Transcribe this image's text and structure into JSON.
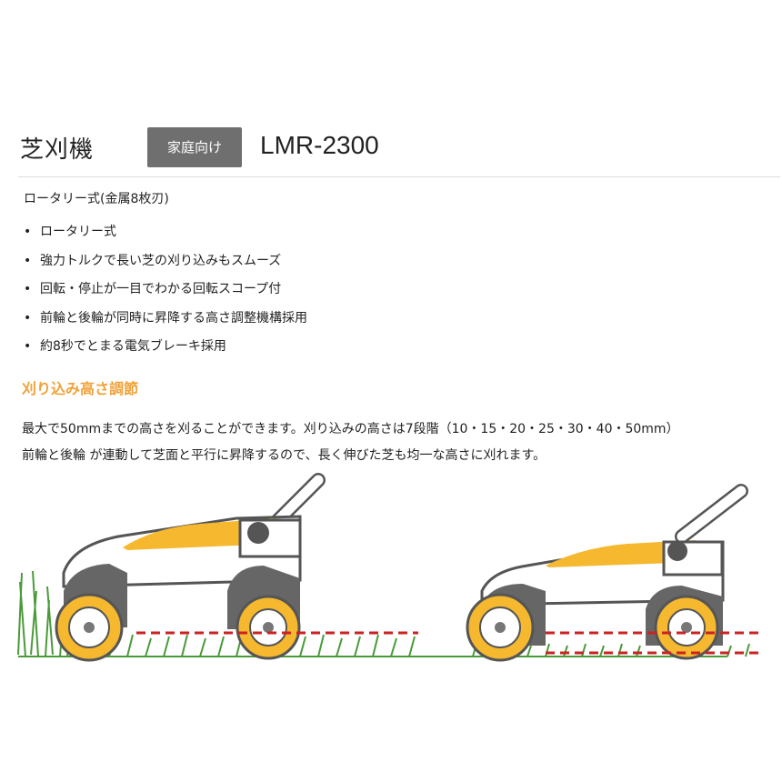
{
  "header": {
    "category": "芝刈機",
    "badge": "家庭向け",
    "model": "LMR-2300"
  },
  "subtitle": "ロータリー式(金属8枚刃)",
  "features": [
    "ロータリー式",
    "強力トルクで長い芝の刈り込みもスムーズ",
    "回転・停止が一目でわかる回転スコープ付",
    "前輪と後輪が同時に昇降する高さ調整機構採用",
    "約8秒でとまる電気ブレーキ採用"
  ],
  "section": {
    "title": "刈り込み高さ調節",
    "line1": "最大で50mmまでの高さを刈ることができます。刈り込みの高さは7段階（10・15・20・25・30・40・50mm）",
    "line2": "前輪と後輪 が連動して芝面と平行に昇降するので、長く伸びた芝も均一な高さに刈れます。"
  },
  "colors": {
    "badge_bg": "#6f6f6f",
    "accent": "#f0a23a",
    "mower_yellow": "#f5b82e",
    "grass": "#4a9a3a",
    "cut_line": "#cc2222"
  }
}
